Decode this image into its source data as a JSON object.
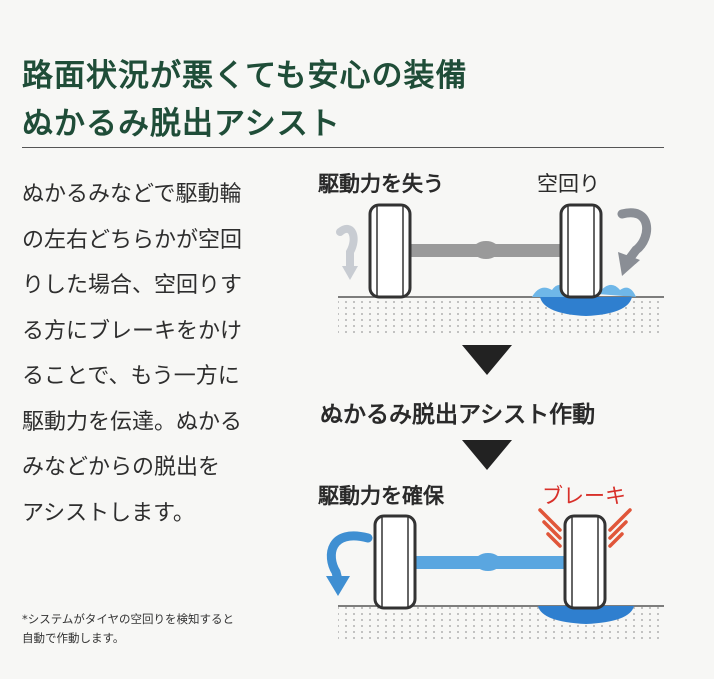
{
  "header": {
    "title_line1": "路面状況が悪くても安心の装備",
    "title_line2": "ぬかるみ脱出アシスト"
  },
  "body": {
    "lines": [
      "ぬかるみなどで駆動輪",
      "の左右どちらかが空回",
      "りした場合、空回りす",
      "る方にブレーキをかけ",
      "ることで、もう一方に",
      "駆動力を伝達。ぬかる",
      "みなどからの脱出を",
      "アシストします。"
    ]
  },
  "footnote": {
    "lines": [
      "*システムがタイヤの空回りを検知すると",
      "自動で作動します。"
    ]
  },
  "diagram": {
    "top_left_label": "駆動力を失う",
    "top_right_label": "空回り",
    "middle_label": "ぬかるみ脱出アシスト作動",
    "bottom_left_label": "駆動力を確保",
    "bottom_right_label": "ブレーキ",
    "colors": {
      "title_green": "#1f4d38",
      "brake_red": "#d8302a",
      "drive_blue": "#3f8fd2",
      "axle_gray": "#9a9a9a",
      "mud_blue": "#2f7fcf"
    }
  }
}
